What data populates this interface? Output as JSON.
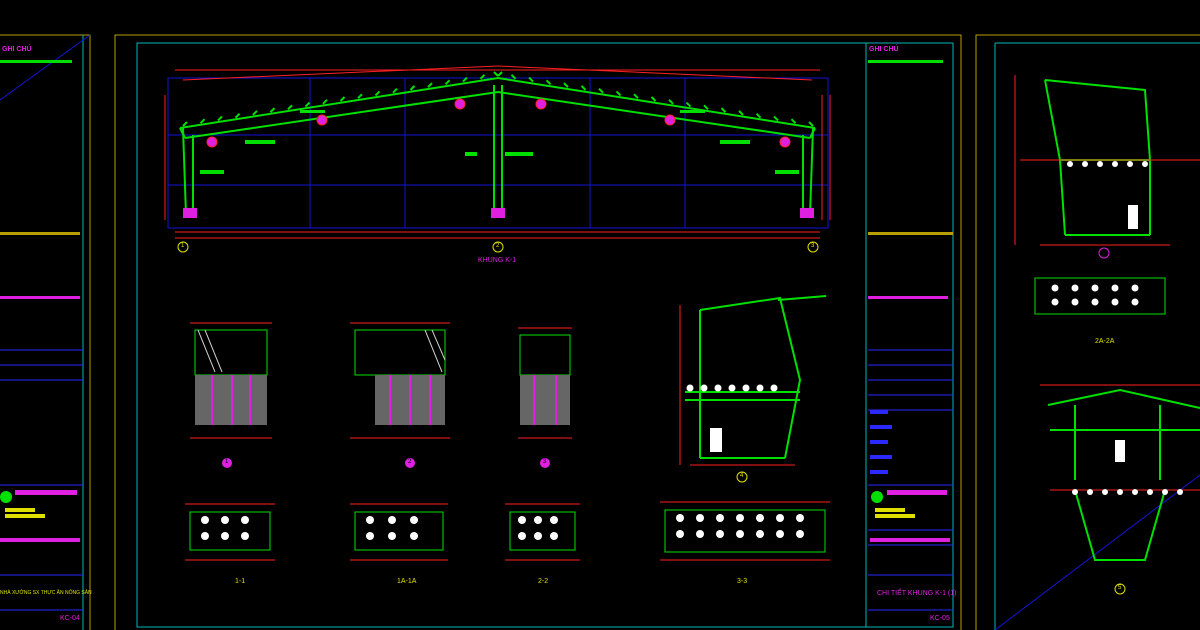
{
  "colors": {
    "background": "#000000",
    "sheet_border": "#b8a000",
    "frame_border": "#00b8b8",
    "grid": "#1414d8",
    "structure": "#00e000",
    "dimension": "#ff2020",
    "bolt": "#ffffff",
    "text_magenta": "#e020e0",
    "text_yellow": "#e0e000",
    "text_white": "#ffffff"
  },
  "main_sheet": {
    "frame_title": "KHUNG K-1",
    "grid_axes": {
      "left": "1",
      "center": "2",
      "right": "3"
    },
    "detail_refs": [
      "1",
      "2",
      "3",
      "4"
    ],
    "base_sections": [
      "1-1",
      "1A-1A",
      "2-2",
      "3-3"
    ],
    "title_block": {
      "header": "GHI CHÚ",
      "drawing_name": "CHI TIẾT KHUNG K-1 (1)",
      "sheet_no": "KC-05"
    }
  },
  "left_sheet": {
    "header": "GHI CHÚ",
    "footer_text": "NHÀ XƯỞNG SX THỰC ĂN NÔNG SẢN",
    "sheet_no": "KC-04"
  },
  "right_sheet": {
    "section_label": "2A-2A",
    "detail_ref": "5"
  }
}
